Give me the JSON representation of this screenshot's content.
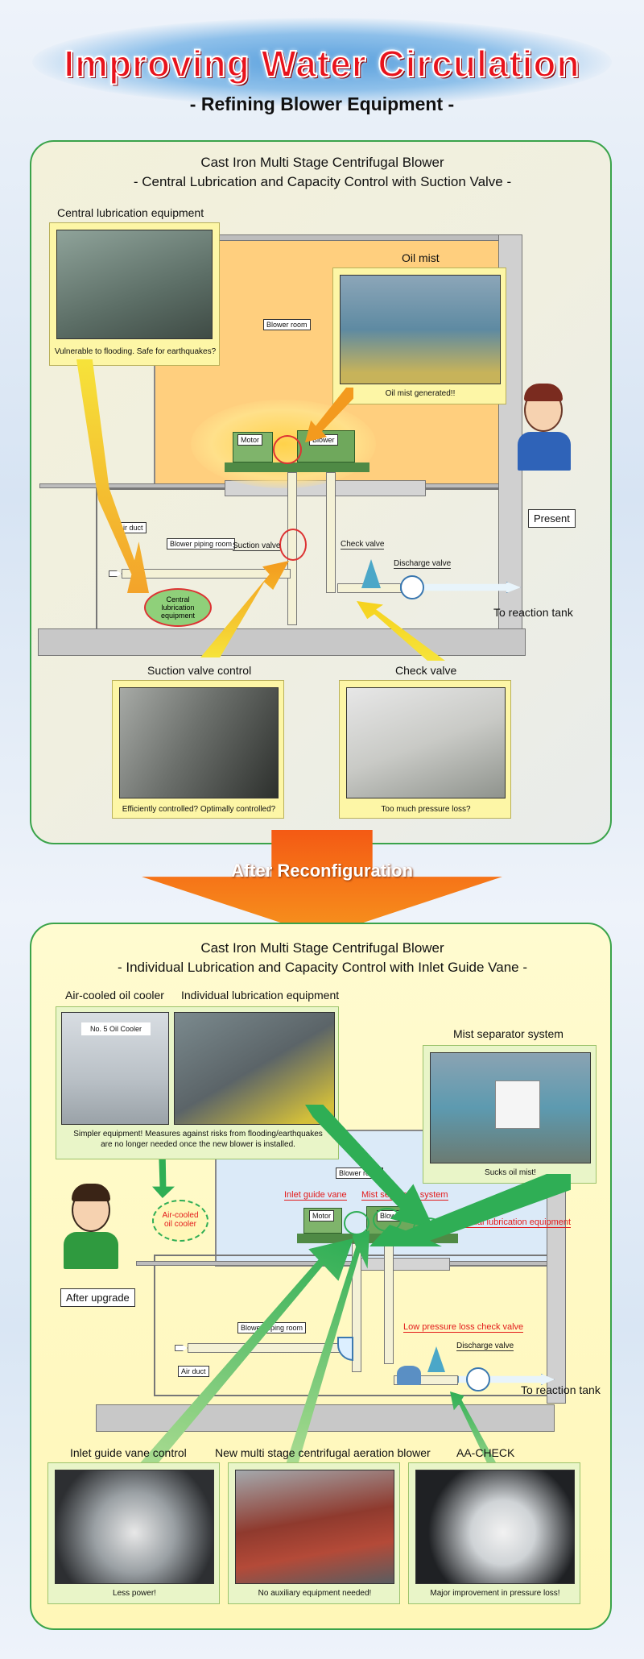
{
  "header": {
    "title": "Improving Water Circulation",
    "subtitle": "- Refining Blower Equipment -"
  },
  "present": {
    "title_line1": "Cast Iron Multi Stage Centrifugal Blower",
    "title_line2": "- Central Lubrication and Capacity Control with Suction Valve -",
    "central_lubrication_heading": "Central lubrication equipment",
    "central_lubrication_caption": "Vulnerable to flooding. Safe for earthquakes?",
    "oil_mist_heading": "Oil mist",
    "oil_mist_caption": "Oil mist generated!!",
    "blower_room": "Blower room",
    "motor": "Motor",
    "blower": "Blower",
    "air_duct": "Air duct",
    "blower_piping_room": "Blower piping room",
    "suction_valve": "Suction valve",
    "check_valve_label": "Check valve",
    "discharge_valve": "Discharge valve",
    "central_lub_equip": "Central lubrication equipment",
    "to_reaction_tank": "To reaction tank",
    "person_label": "Present",
    "suction_control_heading": "Suction valve control",
    "suction_control_caption": "Efficiently controlled? Optimally controlled?",
    "check_valve_heading": "Check valve",
    "check_valve_caption": "Too much pressure loss?"
  },
  "transition": {
    "label": "After Reconfiguration"
  },
  "after": {
    "title_line1": "Cast Iron Multi Stage Centrifugal Blower",
    "title_line2": "- Individual Lubrication and Capacity Control with Inlet Guide Vane -",
    "air_cooled_heading": "Air-cooled oil cooler",
    "individual_lub_heading": "Individual lubrication equipment",
    "oil_cooler_sign": "No. 5 Oil Cooler",
    "simpler_caption_1": "Simpler equipment! Measures against risks from flooding/earthquakes",
    "simpler_caption_2": "are no longer needed once the new blower is installed.",
    "mist_separator_heading": "Mist separator system",
    "mist_separator_caption": "Sucks oil mist!",
    "blower_room": "Blower room",
    "inlet_guide_vane": "Inlet guide vane",
    "mist_separator_system": "Mist separator system",
    "individual_lub_equipment": "Individual lubrication equipment",
    "air_cooled_oil_cooler_1": "Air-cooled",
    "air_cooled_oil_cooler_2": "oil cooler",
    "motor": "Motor",
    "blower": "Blower",
    "person_label": "After upgrade",
    "blower_piping_room": "Blower piping room",
    "air_duct": "Air duct",
    "low_pressure_check": "Low pressure loss check valve",
    "discharge_valve": "Discharge valve",
    "to_reaction_tank": "To reaction tank",
    "igv_control_heading": "Inlet guide vane control",
    "igv_control_caption": "Less power!",
    "new_blower_heading": "New multi stage centrifugal aeration blower",
    "new_blower_caption": "No auxiliary equipment needed!",
    "aa_check_heading": "AA-CHECK",
    "aa_check_caption": "Major improvement in pressure loss!"
  },
  "colors": {
    "title_red": "#e8131c",
    "panel_border": "#3aa34a",
    "arrow_orange": "#f08a1a",
    "arrow_green": "#2fae55",
    "arrow_yellow": "#f6d21d"
  }
}
